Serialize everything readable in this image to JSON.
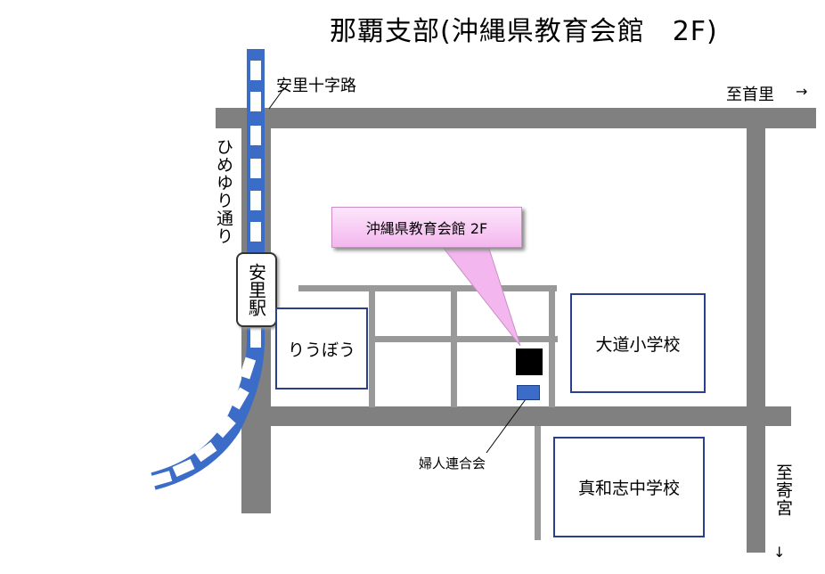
{
  "title": "那覇支部(沖縄県教育会館　2F)",
  "labels": {
    "crossing": "安里十字路",
    "street": "ひめゆり通り",
    "station": "安里駅",
    "to_shuri": "至首里",
    "to_shuri_arrow": "→",
    "to_yogi": "至寄宮",
    "to_yogi_arrow": "↓",
    "callout": "沖縄県教育会館 2F",
    "womens_assoc": "婦人連合会"
  },
  "buildings": {
    "ryubo": "りうぼう",
    "daido_elementary": "大道小学校",
    "mawashi_junior_high": "真和志中学校"
  },
  "colors": {
    "road": "#808080",
    "rail": "#3b6cc7",
    "building_border": "#2b3f8f",
    "callout_fill": "#f3b6ee",
    "target": "#000000",
    "womens_marker": "#3b6cc7"
  }
}
